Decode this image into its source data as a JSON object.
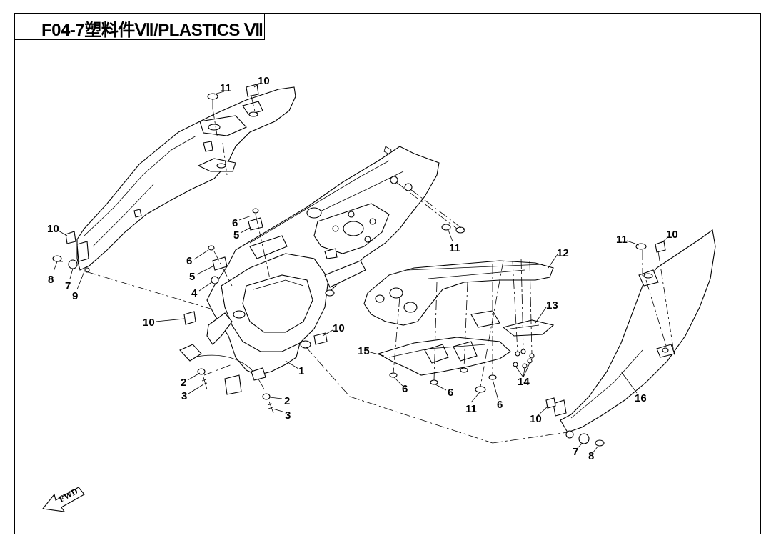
{
  "title": "F04-7塑料件Ⅶ/PLASTICS Ⅶ",
  "direction_label": "FWD",
  "callouts": {
    "c11a": "11",
    "c10a": "10",
    "c10b": "10",
    "c8a": "8",
    "c7a": "7",
    "c9": "9",
    "c6a": "6",
    "c5a": "5",
    "c6b": "6",
    "c5b": "5",
    "c4": "4",
    "c10c": "10",
    "c2a": "2",
    "c3a": "3",
    "c2b": "2",
    "c3b": "3",
    "c1": "1",
    "c10d": "10",
    "c11b": "11",
    "c12": "12",
    "c13": "13",
    "c15": "15",
    "c6c": "6",
    "c6d": "6",
    "c11c": "11",
    "c6e": "6",
    "c14": "14",
    "c11d": "11",
    "c10e": "10",
    "c16": "16",
    "c10f": "10",
    "c7b": "7",
    "c8b": "8"
  }
}
